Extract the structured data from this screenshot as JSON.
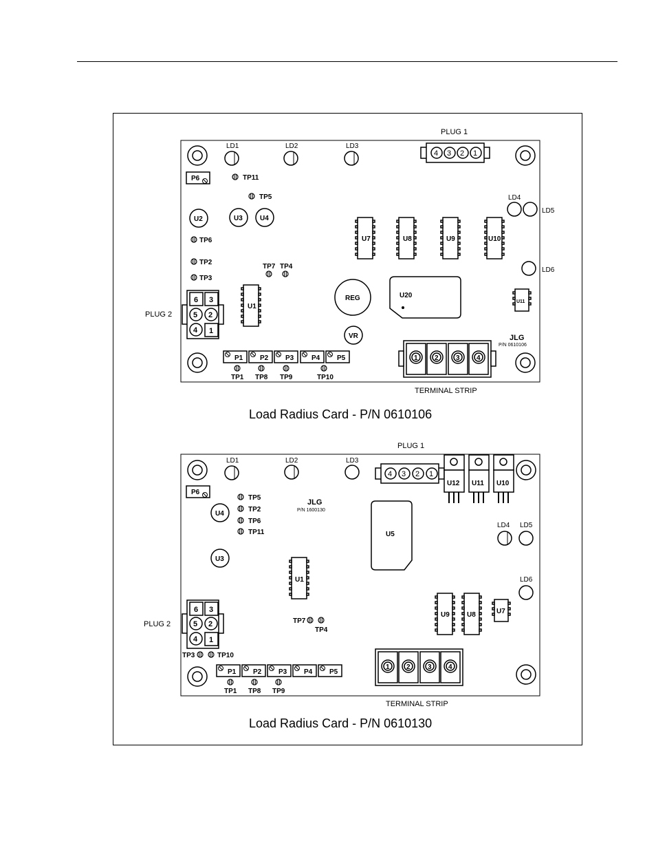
{
  "card1": {
    "caption": "Load Radius Card - P/N 0610106",
    "plug1": "PLUG 1",
    "plug2": "PLUG 2",
    "terminal_strip": "TERMINAL STRIP",
    "brand": "JLG",
    "part_no": "P/N 0610106",
    "leds": [
      "LD1",
      "LD2",
      "LD3",
      "LD4",
      "LD5",
      "LD6"
    ],
    "chips": [
      "U1",
      "U2",
      "U3",
      "U4",
      "U7",
      "U8",
      "U9",
      "U10",
      "U11",
      "U20"
    ],
    "reg": "REG",
    "vr": "VR",
    "p6": "P6",
    "ports": [
      "P1",
      "P2",
      "P3",
      "P4",
      "P5"
    ],
    "tps": [
      "TP1",
      "TP2",
      "TP3",
      "TP4",
      "TP5",
      "TP6",
      "TP7",
      "TP8",
      "TP9",
      "TP10",
      "TP11"
    ],
    "plug1_pins": [
      "4",
      "3",
      "2",
      "1"
    ],
    "plug2_pins": [
      "6",
      "3",
      "5",
      "2",
      "4",
      "1"
    ],
    "terminals": [
      "1",
      "2",
      "3",
      "4"
    ]
  },
  "card2": {
    "caption": "Load Radius Card - P/N 0610130",
    "plug1": "PLUG 1",
    "plug2": "PLUG 2",
    "terminal_strip": "TERMINAL STRIP",
    "brand": "JLG",
    "part_no": "P/N 1600130",
    "leds": [
      "LD1",
      "LD2",
      "LD3",
      "LD4",
      "LD5",
      "LD6"
    ],
    "chips": [
      "U1",
      "U3",
      "U4",
      "U5",
      "U7",
      "U8",
      "U9",
      "U10",
      "U11",
      "U12"
    ],
    "p6": "P6",
    "ports": [
      "P1",
      "P2",
      "P3",
      "P4",
      "P5"
    ],
    "tps": [
      "TP1",
      "TP2",
      "TP3",
      "TP4",
      "TP5",
      "TP6",
      "TP7",
      "TP8",
      "TP9",
      "TP10",
      "TP11"
    ],
    "plug1_pins": [
      "4",
      "3",
      "2",
      "1"
    ],
    "plug2_pins": [
      "6",
      "3",
      "5",
      "2",
      "4",
      "1"
    ],
    "terminals": [
      "1",
      "2",
      "3",
      "4"
    ]
  }
}
